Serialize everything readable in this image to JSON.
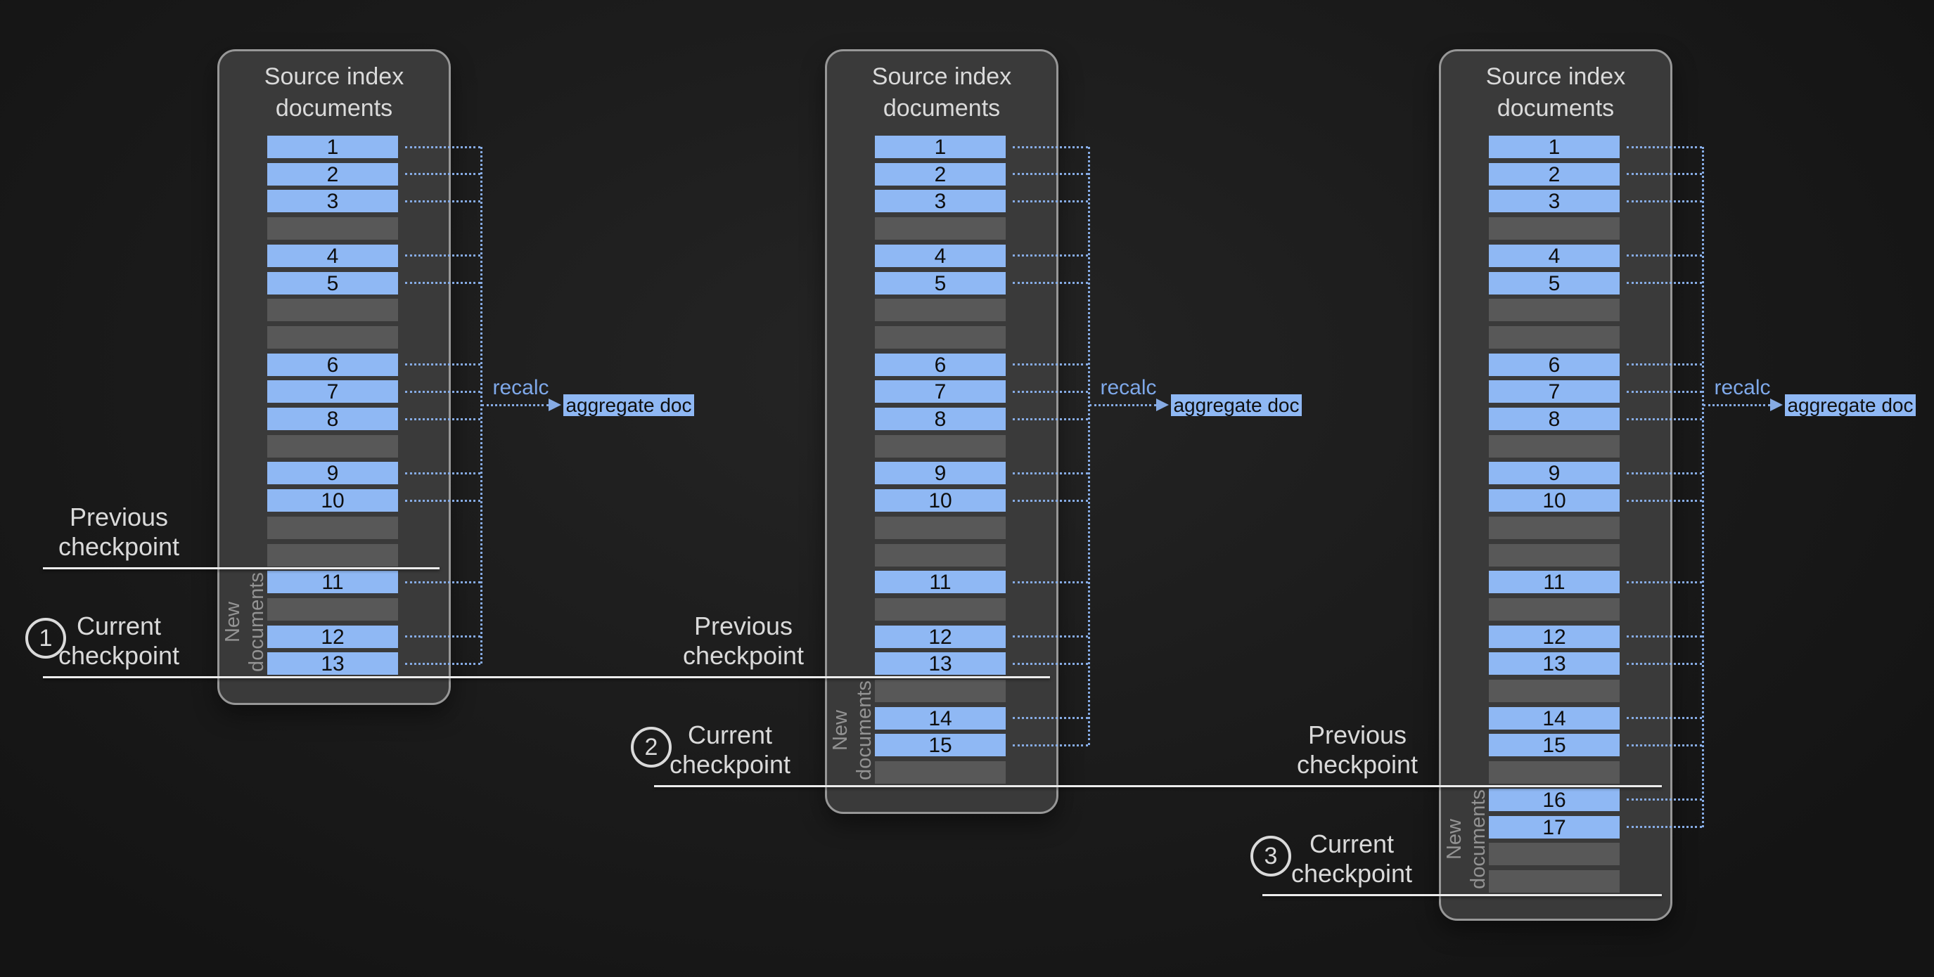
{
  "diagram": {
    "colors": {
      "background": "#1d1d1d",
      "panel_fill": "#3a3a3a",
      "panel_border": "#979797",
      "doc_bar_blue": "#8fb8f4",
      "doc_bar_gray": "#585858",
      "connector_blue": "#86abe4",
      "recalc_text_blue": "#7fa9ea",
      "checkpoint_line_white": "#ececec",
      "label_text": "#dadada",
      "muted_text": "#939393"
    },
    "panels": [
      {
        "title": [
          "Source index",
          "documents"
        ],
        "recalc_label": "recalc",
        "aggregate_label": "aggregate doc",
        "new_documents_label": [
          "New",
          "documents"
        ],
        "rows": [
          "1",
          "2",
          "3",
          null,
          "4",
          "5",
          null,
          null,
          "6",
          "7",
          "8",
          null,
          "9",
          "10",
          null,
          null,
          "11",
          null,
          "12",
          "13"
        ]
      },
      {
        "title": [
          "Source index",
          "documents"
        ],
        "recalc_label": "recalc",
        "aggregate_label": "aggregate doc",
        "new_documents_label": [
          "New",
          "documents"
        ],
        "rows": [
          "1",
          "2",
          "3",
          null,
          "4",
          "5",
          null,
          null,
          "6",
          "7",
          "8",
          null,
          "9",
          "10",
          null,
          null,
          "11",
          null,
          "12",
          "13",
          null,
          "14",
          "15",
          null
        ]
      },
      {
        "title": [
          "Source index",
          "documents"
        ],
        "recalc_label": "recalc",
        "aggregate_label": "aggregate doc",
        "new_documents_label": [
          "New",
          "documents"
        ],
        "rows": [
          "1",
          "2",
          "3",
          null,
          "4",
          "5",
          null,
          null,
          "6",
          "7",
          "8",
          null,
          "9",
          "10",
          null,
          null,
          "11",
          null,
          "12",
          "13",
          null,
          "14",
          "15",
          null,
          "16",
          "17",
          null,
          null
        ]
      }
    ],
    "checkpoint_labels": [
      {
        "line1": "Previous",
        "line2": "checkpoint"
      },
      {
        "number": "1",
        "line1": "Current",
        "line2": "checkpoint"
      },
      {
        "line1": "Previous",
        "line2": "checkpoint"
      },
      {
        "number": "2",
        "line1": "Current",
        "line2": "checkpoint"
      },
      {
        "line1": "Previous",
        "line2": "checkpoint"
      },
      {
        "number": "3",
        "line1": "Current",
        "line2": "checkpoint"
      }
    ]
  }
}
